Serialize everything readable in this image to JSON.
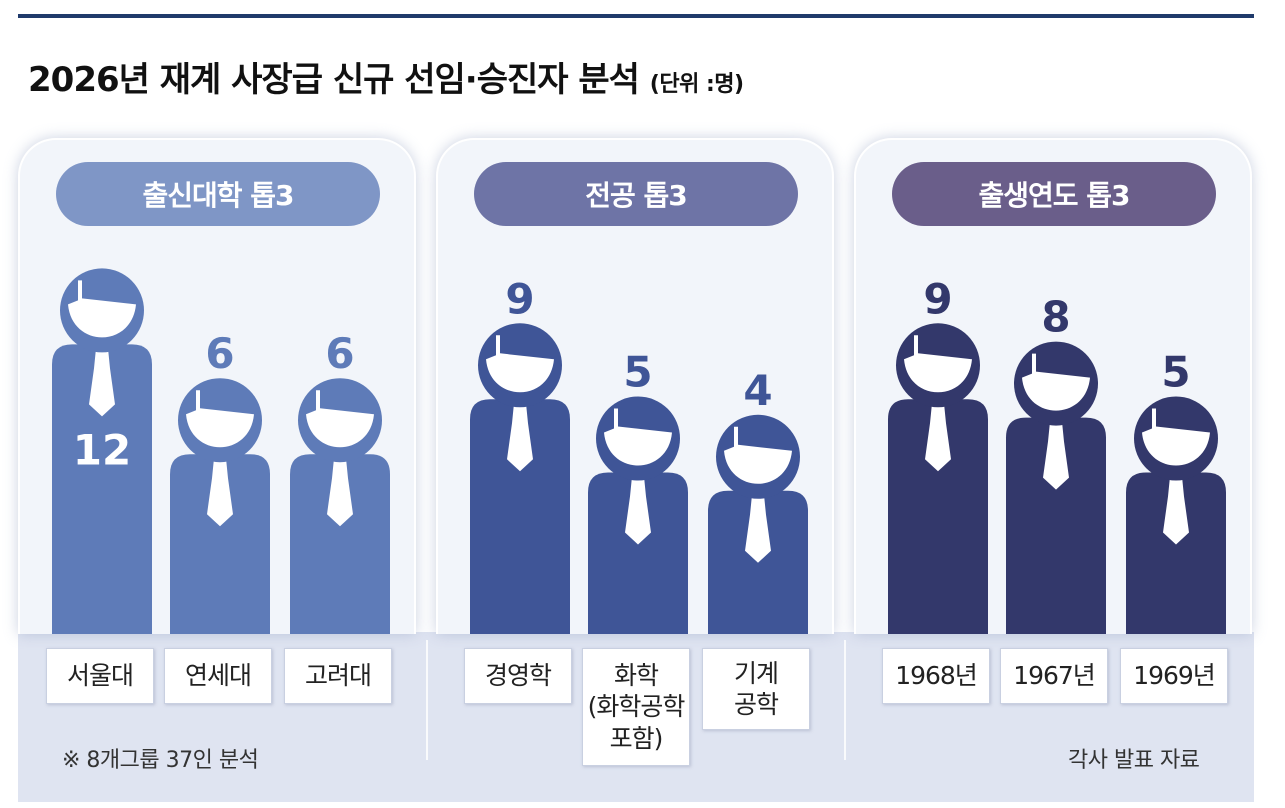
{
  "title": "2026년 재계 사장급 신규 선임·승진자 분석",
  "unit_label": "(단위 :명)",
  "footnote_left": "※ 8개그룹 37인 분석",
  "footnote_right": "각사 발표 자료",
  "colors": {
    "panel1": "#5e7bb8",
    "panel2": "#3f5597",
    "panel3": "#33386b",
    "pill1": "#7f96c6",
    "pill2": "#6e74a6",
    "pill3": "#6a5e8a"
  },
  "chart_data": [
    {
      "type": "bar",
      "title": "출신대학 톱3",
      "categories": [
        "서울대",
        "연세대",
        "고려대"
      ],
      "values": [
        12,
        6,
        6
      ]
    },
    {
      "type": "bar",
      "title": "전공 톱3",
      "categories": [
        "경영학",
        "화학\n(화학공학\n포함)",
        "기계\n공학"
      ],
      "values": [
        9,
        5,
        4
      ]
    },
    {
      "type": "bar",
      "title": "출생연도 톱3",
      "categories": [
        "1968년",
        "1967년",
        "1969년"
      ],
      "values": [
        9,
        8,
        5
      ]
    }
  ]
}
